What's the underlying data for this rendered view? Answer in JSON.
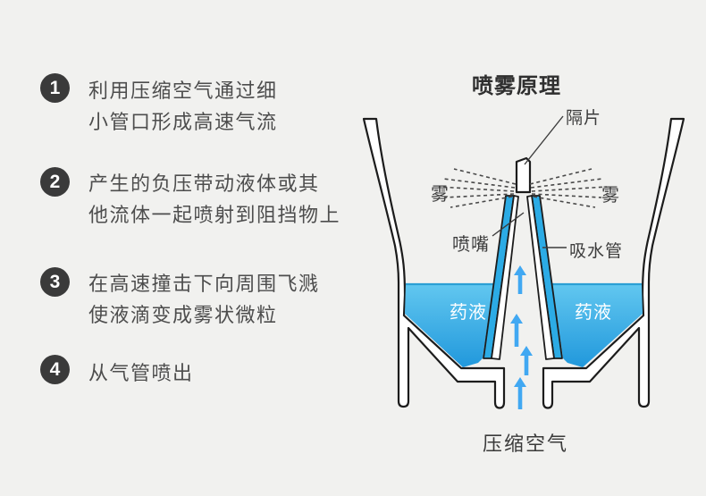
{
  "steps": [
    {
      "number": "1",
      "lines": [
        "利用压缩空气通过细",
        "小管口形成高速气流"
      ]
    },
    {
      "number": "2",
      "lines": [
        "产生的负压带动液体或其",
        "他流体一起喷射到阻挡物上"
      ]
    },
    {
      "number": "3",
      "lines": [
        "在高速撞击下向周围飞溅",
        "使液滴变成雾状微粒"
      ]
    },
    {
      "number": "4",
      "lines": [
        "从气管喷出"
      ]
    }
  ],
  "diagram": {
    "title": "喷雾原理",
    "labels": {
      "baffle": "隔片",
      "mist_left": "雾",
      "mist_right": "雾",
      "nozzle": "喷嘴",
      "suction_tube": "吸水管",
      "medicine_left": "药液",
      "medicine_right": "药液",
      "compressed_air": "压缩空气"
    },
    "colors": {
      "background": "#f1f1ef",
      "outline": "#1c1c1c",
      "tube_blue": "#2cabe5",
      "arrow_blue": "#41a8f2",
      "liquid_top": "#63c8f0",
      "liquid_bottom": "#1e96db",
      "liquid_surface_line": "#2b9fd4",
      "step_circle": "#3a3a3a",
      "text_gray": "#4d4d4d"
    }
  }
}
